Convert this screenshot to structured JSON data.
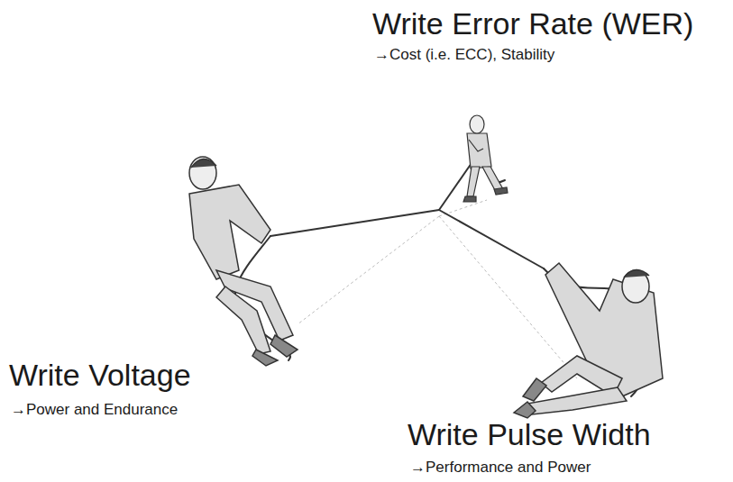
{
  "diagram": {
    "labels": [
      "Write Error Rate (WER)",
      "→Cost (i.e. ECC), Stability",
      "Write Voltage",
      "→Power and Endurance",
      "Write Pulse Width",
      "→Performance and Power"
    ]
  }
}
